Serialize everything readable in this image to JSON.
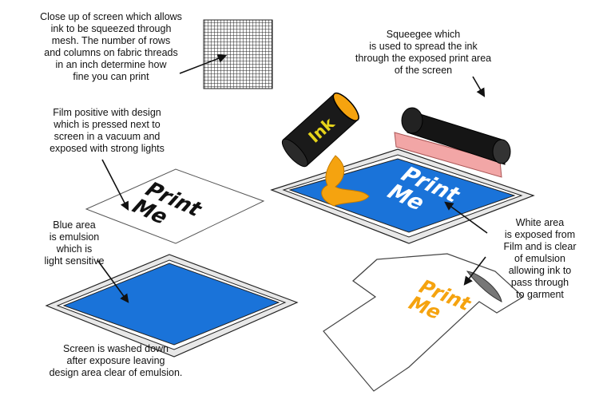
{
  "captions": {
    "mesh": "Close up of screen which allows\nink to be squeezed through\nmesh. The number of rows\nand columns on fabric threads\nin an inch determine how\nfine you can print",
    "film": "Film positive with design\nwhich is pressed next to\nscreen in a vacuum and\nexposed with strong lights",
    "blue_area": "Blue area\nis emulsion\nwhich is\nlight sensitive",
    "washed": "Screen is washed down\nafter exposure leaving\ndesign area clear of emulsion.",
    "squeegee": "Squeegee which\nis used to spread the ink\nthrough the exposed print area\nof the screen",
    "white_area": "White area\nis exposed from\nFilm and is clear\nof emulsion\nallowing ink to\npass through\nto garment"
  },
  "design_text": {
    "line1": "Print",
    "line2": "Me"
  },
  "can_label": "Ink",
  "colors": {
    "emulsion_blue": "#1a73d9",
    "ink_orange": "#f5a30f",
    "squeegee_pink": "#f2a6a6",
    "frame_gray": "#e8e8e8",
    "can_yellow": "#e6d41a"
  }
}
